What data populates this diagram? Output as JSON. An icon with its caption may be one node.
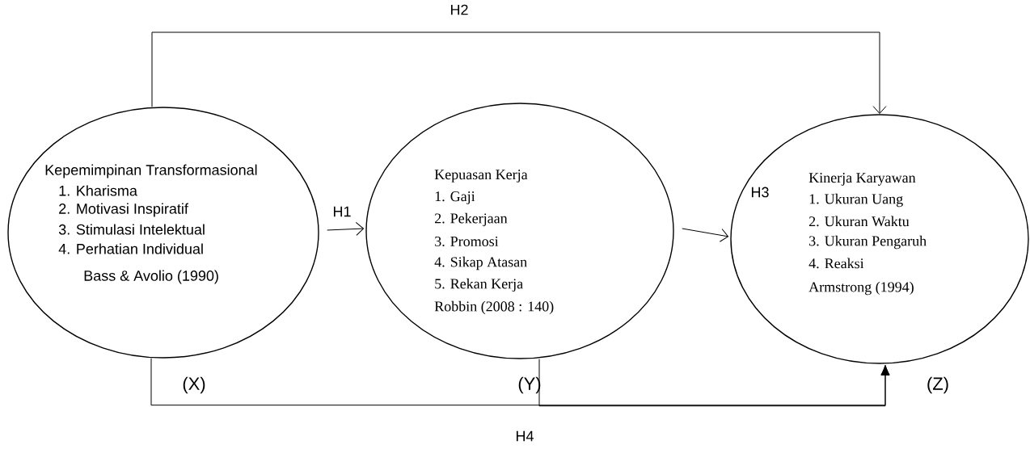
{
  "diagram": {
    "nodes": [
      {
        "text": [
          "Kepemimpinan Transformasional",
          "1. Kharisma",
          "2. Motivasi Inspiratif",
          "3. Stimulasi Intelektual",
          "4. Perhatian Individual",
          "Bass & Avolio (1990)"
        ],
        "beside": [
          "(X)"
        ]
      },
      {
        "text": [
          "Kepuasan Kerja",
          "1. Gaji",
          "2. Pekerjaan",
          "3. Promosi",
          "4. Sikap Atasan",
          "5. Rekan Kerja",
          "Robbin (2008 : 140)"
        ],
        "beside": [
          "(Y)"
        ]
      },
      {
        "text": [
          "Kinerja Karyawan",
          "1. Ukuran Uang",
          "2. Ukuran Waktu",
          "3. Ukuran Pengaruh",
          "4. Reaksi",
          "Armstrong (1994)"
        ],
        "beside": [
          "(Z)"
        ]
      }
    ],
    "edges": [
      {
        "from": 0,
        "to": 1,
        "arrow": "to",
        "label": "H1"
      },
      {
        "from": 1,
        "to": 2,
        "arrow": "to",
        "label": "H3"
      },
      {
        "from": 0,
        "to": 2,
        "arrow": "to",
        "label": "H2"
      },
      {
        "from": 0,
        "to": 2,
        "arrow": "to",
        "label": "H4"
      },
      {
        "from": 1,
        "to": 2,
        "arrow": "to"
      }
    ]
  }
}
